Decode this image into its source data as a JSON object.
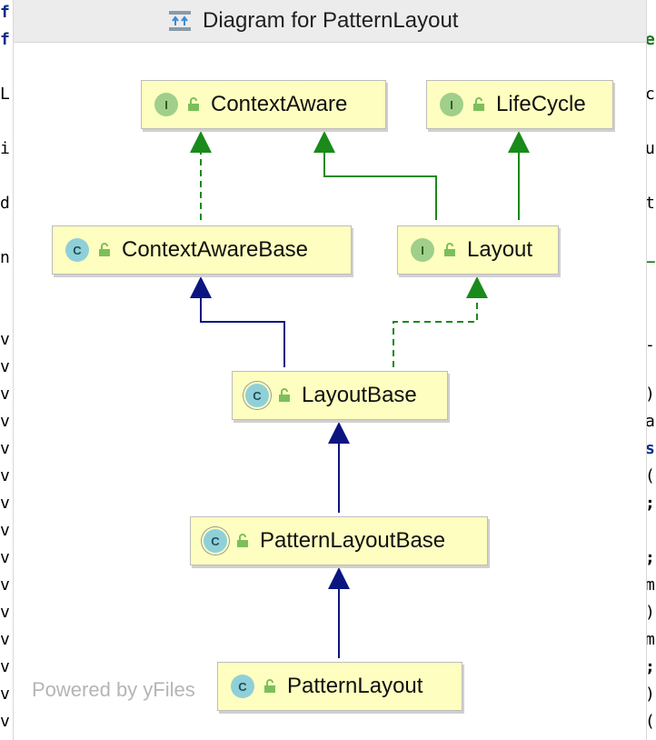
{
  "window": {
    "title": "Diagram for PatternLayout",
    "title_icon": "diagram-icon"
  },
  "nodes": [
    {
      "id": "ContextAware",
      "label": "ContextAware",
      "kind": "I",
      "badge": "interface"
    },
    {
      "id": "LifeCycle",
      "label": "LifeCycle",
      "kind": "I",
      "badge": "interface"
    },
    {
      "id": "ContextAwareBase",
      "label": "ContextAwareBase",
      "kind": "C",
      "badge": "class"
    },
    {
      "id": "Layout",
      "label": "Layout",
      "kind": "I",
      "badge": "interface"
    },
    {
      "id": "LayoutBase",
      "label": "LayoutBase",
      "kind": "C",
      "badge": "abstract-class"
    },
    {
      "id": "PatternLayoutBase",
      "label": "PatternLayoutBase",
      "kind": "C",
      "badge": "abstract-class"
    },
    {
      "id": "PatternLayout",
      "label": "PatternLayout",
      "kind": "C",
      "badge": "class"
    }
  ],
  "edges": [
    {
      "from": "ContextAwareBase",
      "to": "ContextAware",
      "type": "implements"
    },
    {
      "from": "Layout",
      "to": "ContextAware",
      "type": "extends"
    },
    {
      "from": "Layout",
      "to": "LifeCycle",
      "type": "extends"
    },
    {
      "from": "LayoutBase",
      "to": "ContextAwareBase",
      "type": "extends"
    },
    {
      "from": "LayoutBase",
      "to": "Layout",
      "type": "implements"
    },
    {
      "from": "PatternLayoutBase",
      "to": "LayoutBase",
      "type": "extends"
    },
    {
      "from": "PatternLayout",
      "to": "PatternLayoutBase",
      "type": "extends"
    }
  ],
  "colors": {
    "interface_edge": "#1a8a1a",
    "class_edge": "#0b1580",
    "node_fill": "#fefec0"
  },
  "footer": "Powered by yFiles",
  "background": {
    "left_chars": [
      "f",
      "f",
      "L",
      "i",
      "d",
      "n",
      "v",
      "v",
      "v",
      "v",
      "v",
      "v",
      "v",
      "v",
      "v",
      "v",
      "v",
      "v",
      "v",
      "v",
      "v"
    ],
    "right_chars": [
      "e",
      "c",
      "u",
      "t",
      "_",
      "-",
      ")",
      "a",
      "s",
      "(",
      ";",
      ";",
      "m",
      ")",
      "m",
      ";",
      ")",
      "("
    ]
  }
}
